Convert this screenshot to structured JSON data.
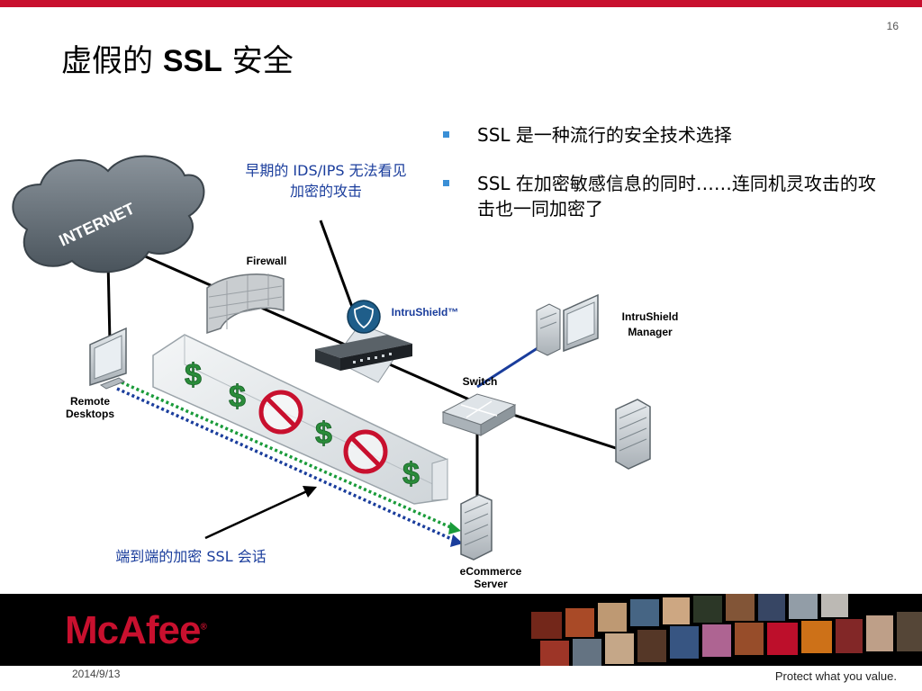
{
  "slide": {
    "page_number": "16",
    "title_part1": "虚假的",
    "title_part2": "SSL",
    "title_part3": "安全",
    "date": "2014/9/13"
  },
  "bullets": [
    "SSL 是一种流行的安全技术选择",
    "SSL 在加密敏感信息的同时……连同机灵攻击的攻击也一同加密了"
  ],
  "diagram": {
    "internet_label": "INTERNET",
    "annotation_ids_line1": "早期的 IDS/IPS 无法看见",
    "annotation_ids_line2": "加密的攻击",
    "firewall_label": "Firewall",
    "intrushield_label": "IntruShield™",
    "manager_line1": "IntruShield",
    "manager_line2": "Manager",
    "switch_label": "Switch",
    "remote_line1": "Remote",
    "remote_line2": "Desktops",
    "server_line1": "eCommerce",
    "server_line2": "Server",
    "session_label": "端到端的加密 SSL 会话",
    "dollar_symbol": "$"
  },
  "footer": {
    "logo": "McAfee",
    "tagline": "Protect what you value.",
    "logo_color": "#c8102e"
  },
  "colors": {
    "accent_red": "#c8102e",
    "bullet_blue": "#3a8fd6",
    "annotation_blue": "#1a3d9c",
    "session_green": "#1a9b3a",
    "session_blue": "#1a3d9c"
  }
}
